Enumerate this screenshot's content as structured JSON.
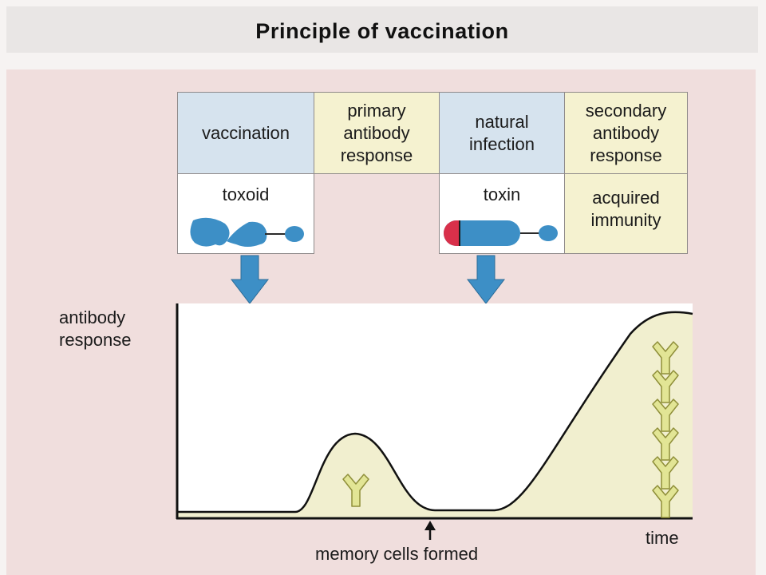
{
  "title": "Principle of vaccination",
  "table": {
    "vaccination": "vaccination",
    "primary_response": "primary\nantibody\nresponse",
    "natural_infection": "natural\ninfection",
    "secondary_response": "secondary\nantibody\nresponse",
    "toxoid": "toxoid",
    "toxin": "toxin",
    "acquired_immunity": "acquired\nimmunity"
  },
  "graph": {
    "ylabel": "antibody\nresponse",
    "xlabel": "time",
    "memory_label": "memory cells formed"
  },
  "colors": {
    "arrow_blue": "#3d8fc6",
    "antibody_yellow": "#e2e595",
    "curve_fill": "#f1efcf",
    "toxin_red": "#d9304a"
  }
}
